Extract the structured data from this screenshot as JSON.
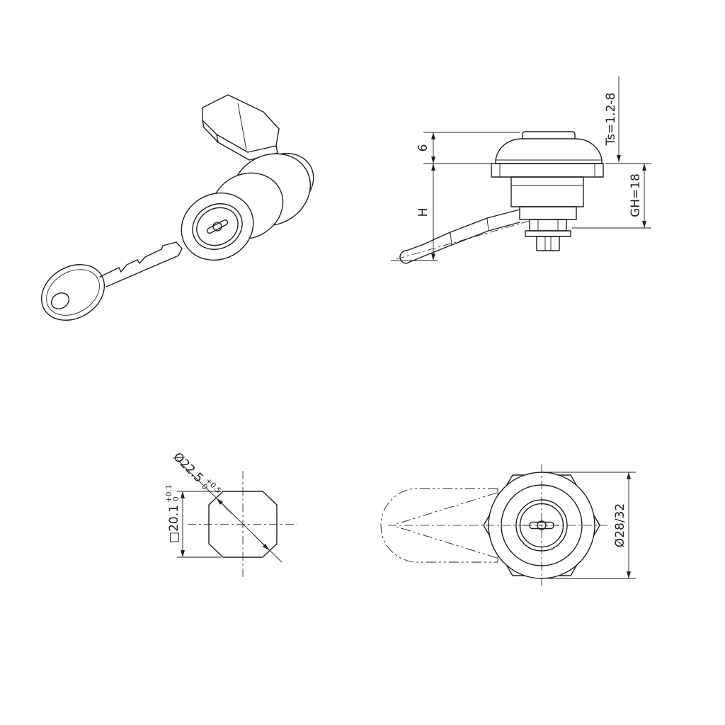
{
  "drawing": {
    "background": "#ffffff",
    "line_color": "#1f1f1f",
    "type": "technical-drawing-cam-lock",
    "views": {
      "side": {
        "dim_head_height": "6",
        "dim_total_height": "H",
        "dim_panel_thickness": "Ts=1.2-8",
        "dim_grip_height": "GH=18"
      },
      "section": {
        "dim_diameter": "Ø22.5",
        "dim_diameter_tol_upper": "+0.5",
        "dim_diameter_tol_lower": "0",
        "dim_square": "□20.1",
        "dim_square_tol_upper": "+0.1",
        "dim_square_tol_lower": "0"
      },
      "front": {
        "dim_flange_diameter": "Ø28/32"
      }
    }
  }
}
